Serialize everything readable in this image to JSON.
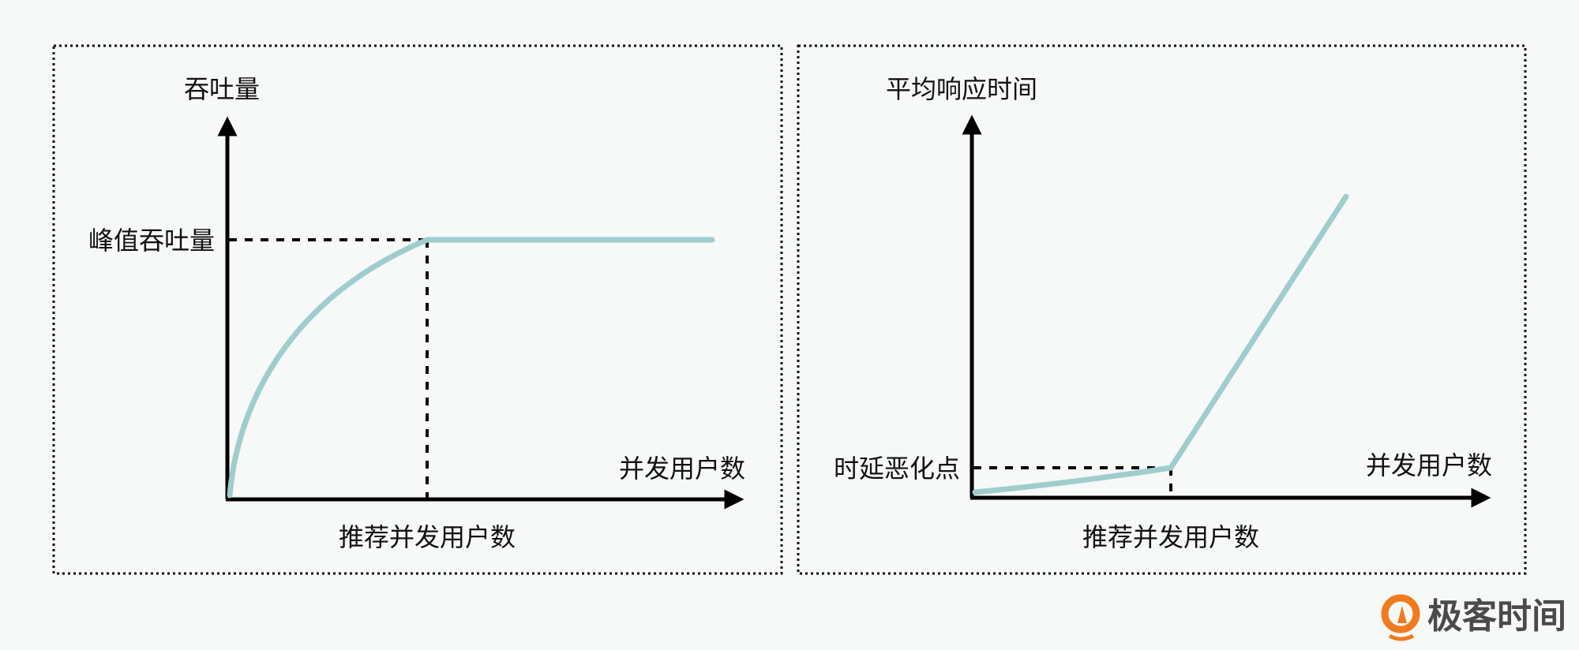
{
  "colors": {
    "curve": "#9fcdcd",
    "axis": "#000000",
    "logo_orange": "#f07a1e",
    "background": "#f7f8f8"
  },
  "left_panel": {
    "y_label": "吞吐量",
    "peak_label": "峰值吞吐量",
    "x_label": "并发用户数",
    "recommend_label": "推荐并发用户数"
  },
  "right_panel": {
    "y_label": "平均响应时间",
    "knee_label": "时延恶化点",
    "x_label": "并发用户数",
    "recommend_label": "推荐并发用户数"
  },
  "logo": {
    "text": "极客时间"
  }
}
